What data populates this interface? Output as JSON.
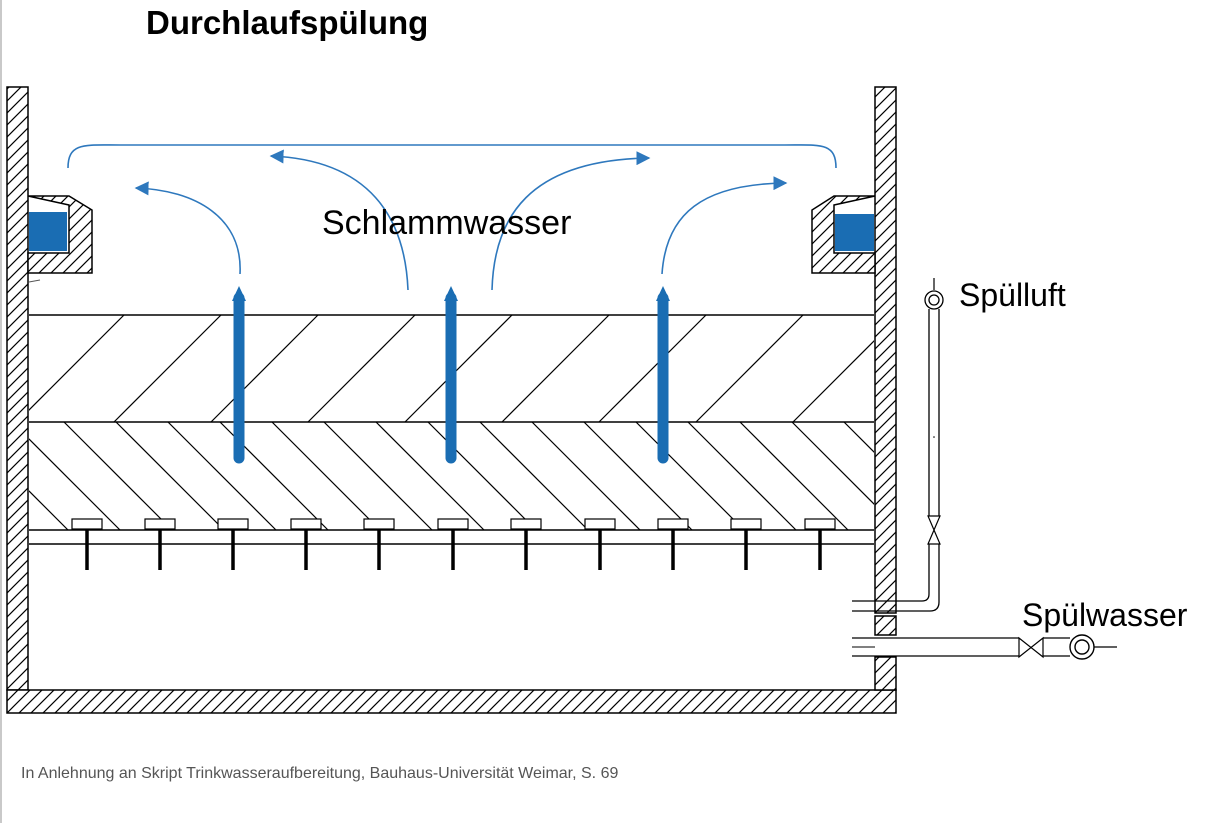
{
  "title": "Durchlaufspülung",
  "labels": {
    "sludge_water": "Schlammwasser",
    "rinse_air": "Spülluft",
    "rinse_water": "Spülwasser"
  },
  "source": "In Anlehnung an Skript Trinkwasseraufbereitung, Bauhaus-Universität Weimar, S. 69",
  "colors": {
    "water_blue": "#1a6db3",
    "flow_arrow": "#2e78bd",
    "line": "#000000"
  },
  "icons": [
    "upflow-arrow",
    "flow-curve-arrow",
    "valve-icon",
    "flow-meter-icon",
    "nozzle-icon"
  ]
}
